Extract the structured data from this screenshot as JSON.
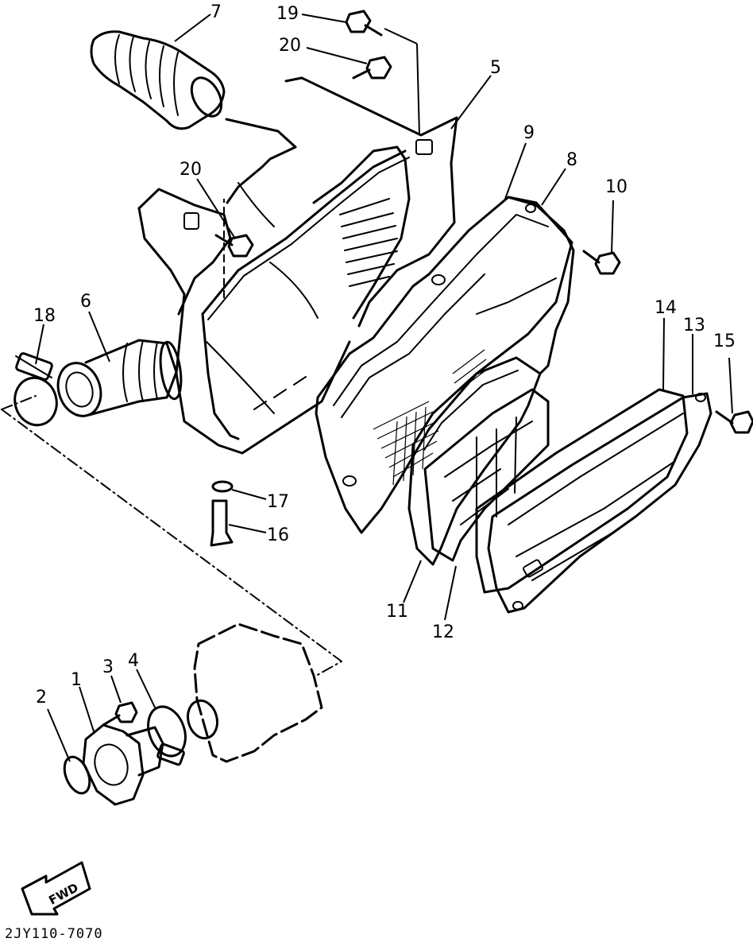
{
  "diagram": {
    "callouts": [
      "1",
      "2",
      "3",
      "4",
      "5",
      "6",
      "7",
      "8",
      "9",
      "10",
      "11",
      "12",
      "13",
      "14",
      "15",
      "16",
      "17",
      "18",
      "19",
      "20",
      "20"
    ],
    "direction_label": "FWD",
    "drawing_code": "2JY110-7070"
  }
}
